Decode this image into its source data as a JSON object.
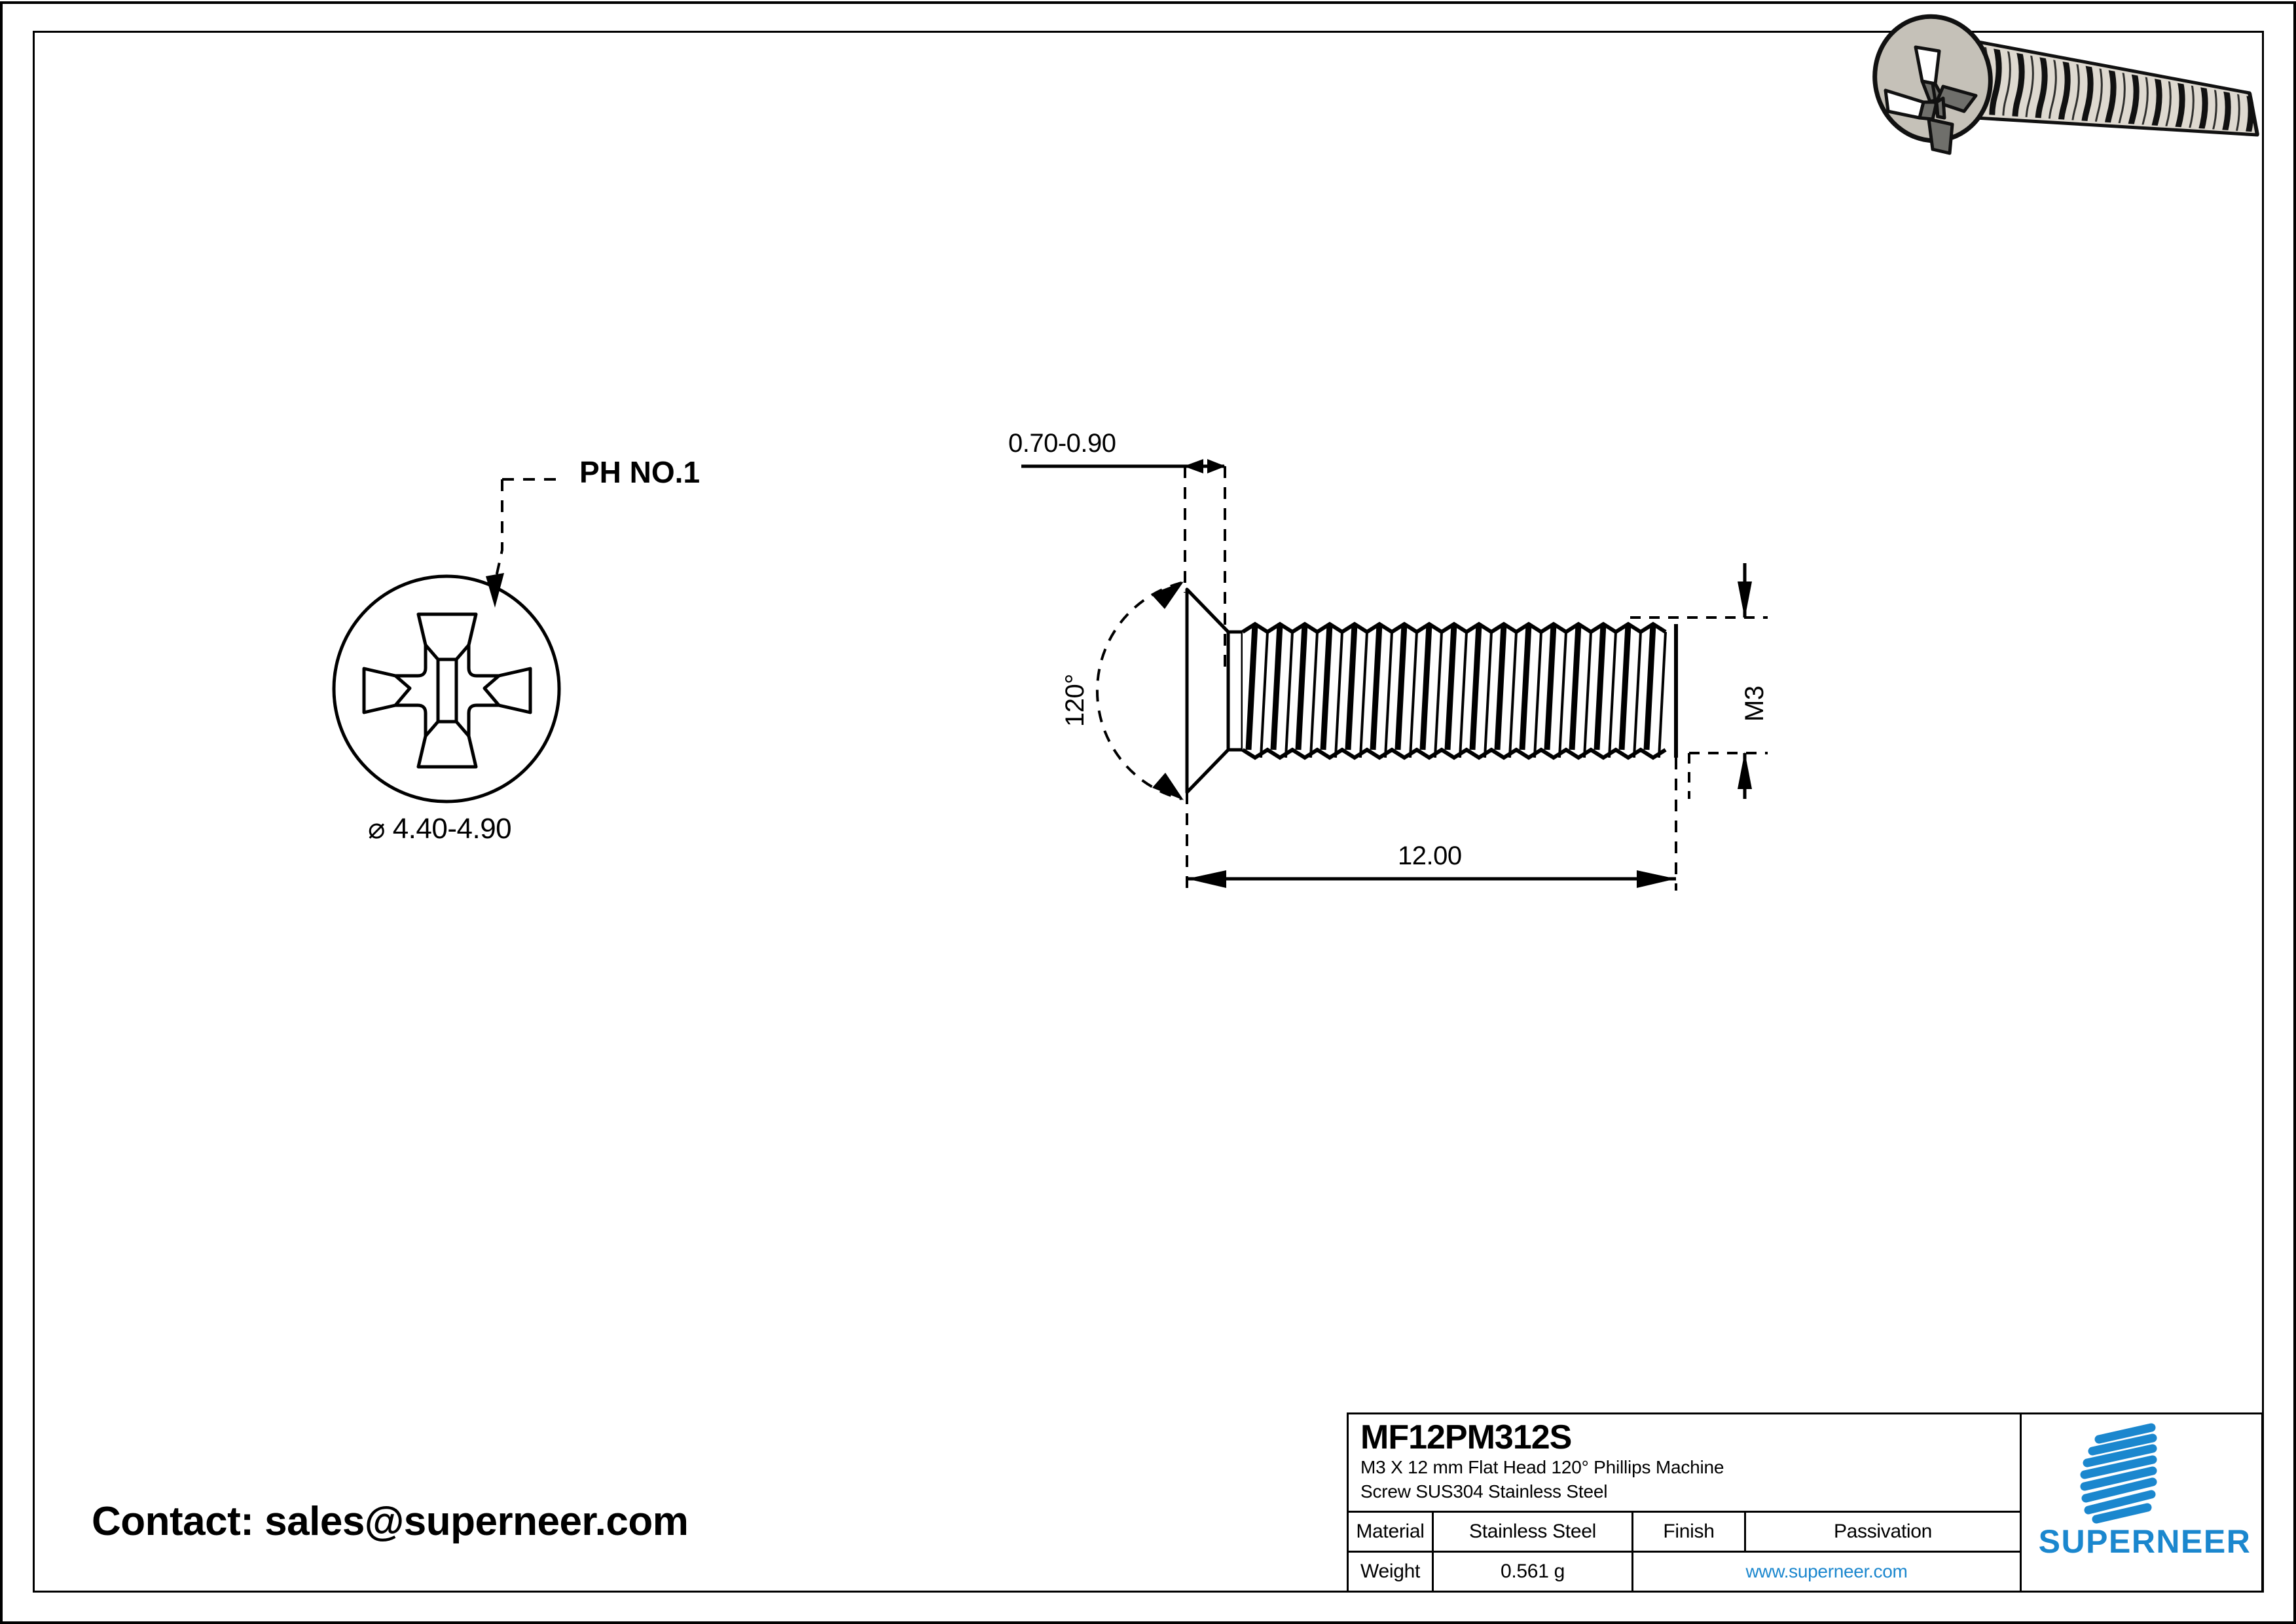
{
  "document": {
    "type": "engineering-drawing",
    "background": "#ffffff",
    "line_color": "#000000",
    "accent_color": "#1b87ce"
  },
  "front_view": {
    "callout_label": "PH NO.1",
    "diameter_dimension": "⌀ 4.40-4.90",
    "drive_type": "phillips-cross-recess"
  },
  "side_view": {
    "head_thickness_dimension": "0.70-0.90",
    "head_angle_dimension": "120°",
    "length_dimension": "12.00",
    "thread_dimension": "M3"
  },
  "contact": {
    "text": "Contact: sales@superneer.com"
  },
  "title_block": {
    "part_number": "MF12PM312S",
    "description_line1": "M3 X 12 mm  Flat Head 120° Phillips Machine",
    "description_line2": "Screw SUS304 Stainless Steel",
    "rows": [
      {
        "label": "Material",
        "value": "Stainless Steel",
        "label2": "Finish",
        "value2": "Passivation"
      },
      {
        "label": "Weight",
        "value": "0.561 g",
        "link": "www.superneer.com"
      }
    ]
  },
  "brand": {
    "name": "SUPERNEER",
    "color": "#1b87ce"
  },
  "render": {
    "head_fill": "#c5c1b8",
    "shaft_fill": "#ded9d0",
    "recess_fill": "#6f6f6b",
    "outline": "#111111"
  }
}
